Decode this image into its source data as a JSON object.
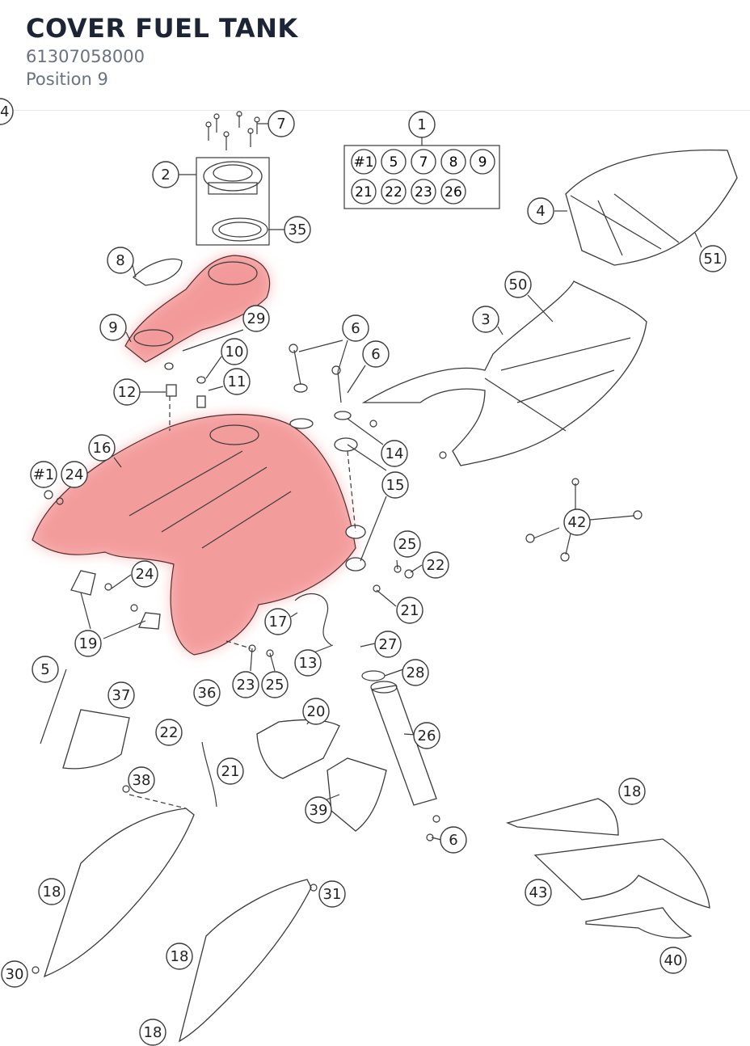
{
  "header": {
    "title": "COVER FUEL TANK",
    "part_number": "61307058000",
    "position": "Position 9"
  },
  "diagram": {
    "highlight_color": "#f08080",
    "kit_box_labels": [
      "#1",
      "5",
      "7",
      "8",
      "9",
      "21",
      "22",
      "23",
      "26"
    ],
    "callouts": [
      "1",
      "2",
      "3",
      "4",
      "50",
      "51",
      "35",
      "7",
      "8",
      "9",
      "29",
      "10",
      "11",
      "12",
      "6",
      "6",
      "14",
      "15",
      "16",
      "#1",
      "24",
      "25",
      "22",
      "21",
      "24",
      "19",
      "17",
      "13",
      "27",
      "28",
      "26",
      "5",
      "37",
      "36",
      "22",
      "21",
      "20",
      "39",
      "38",
      "18",
      "31",
      "18",
      "30",
      "18",
      "18",
      "43",
      "40",
      "42",
      "6",
      "23",
      "25",
      "24"
    ]
  }
}
